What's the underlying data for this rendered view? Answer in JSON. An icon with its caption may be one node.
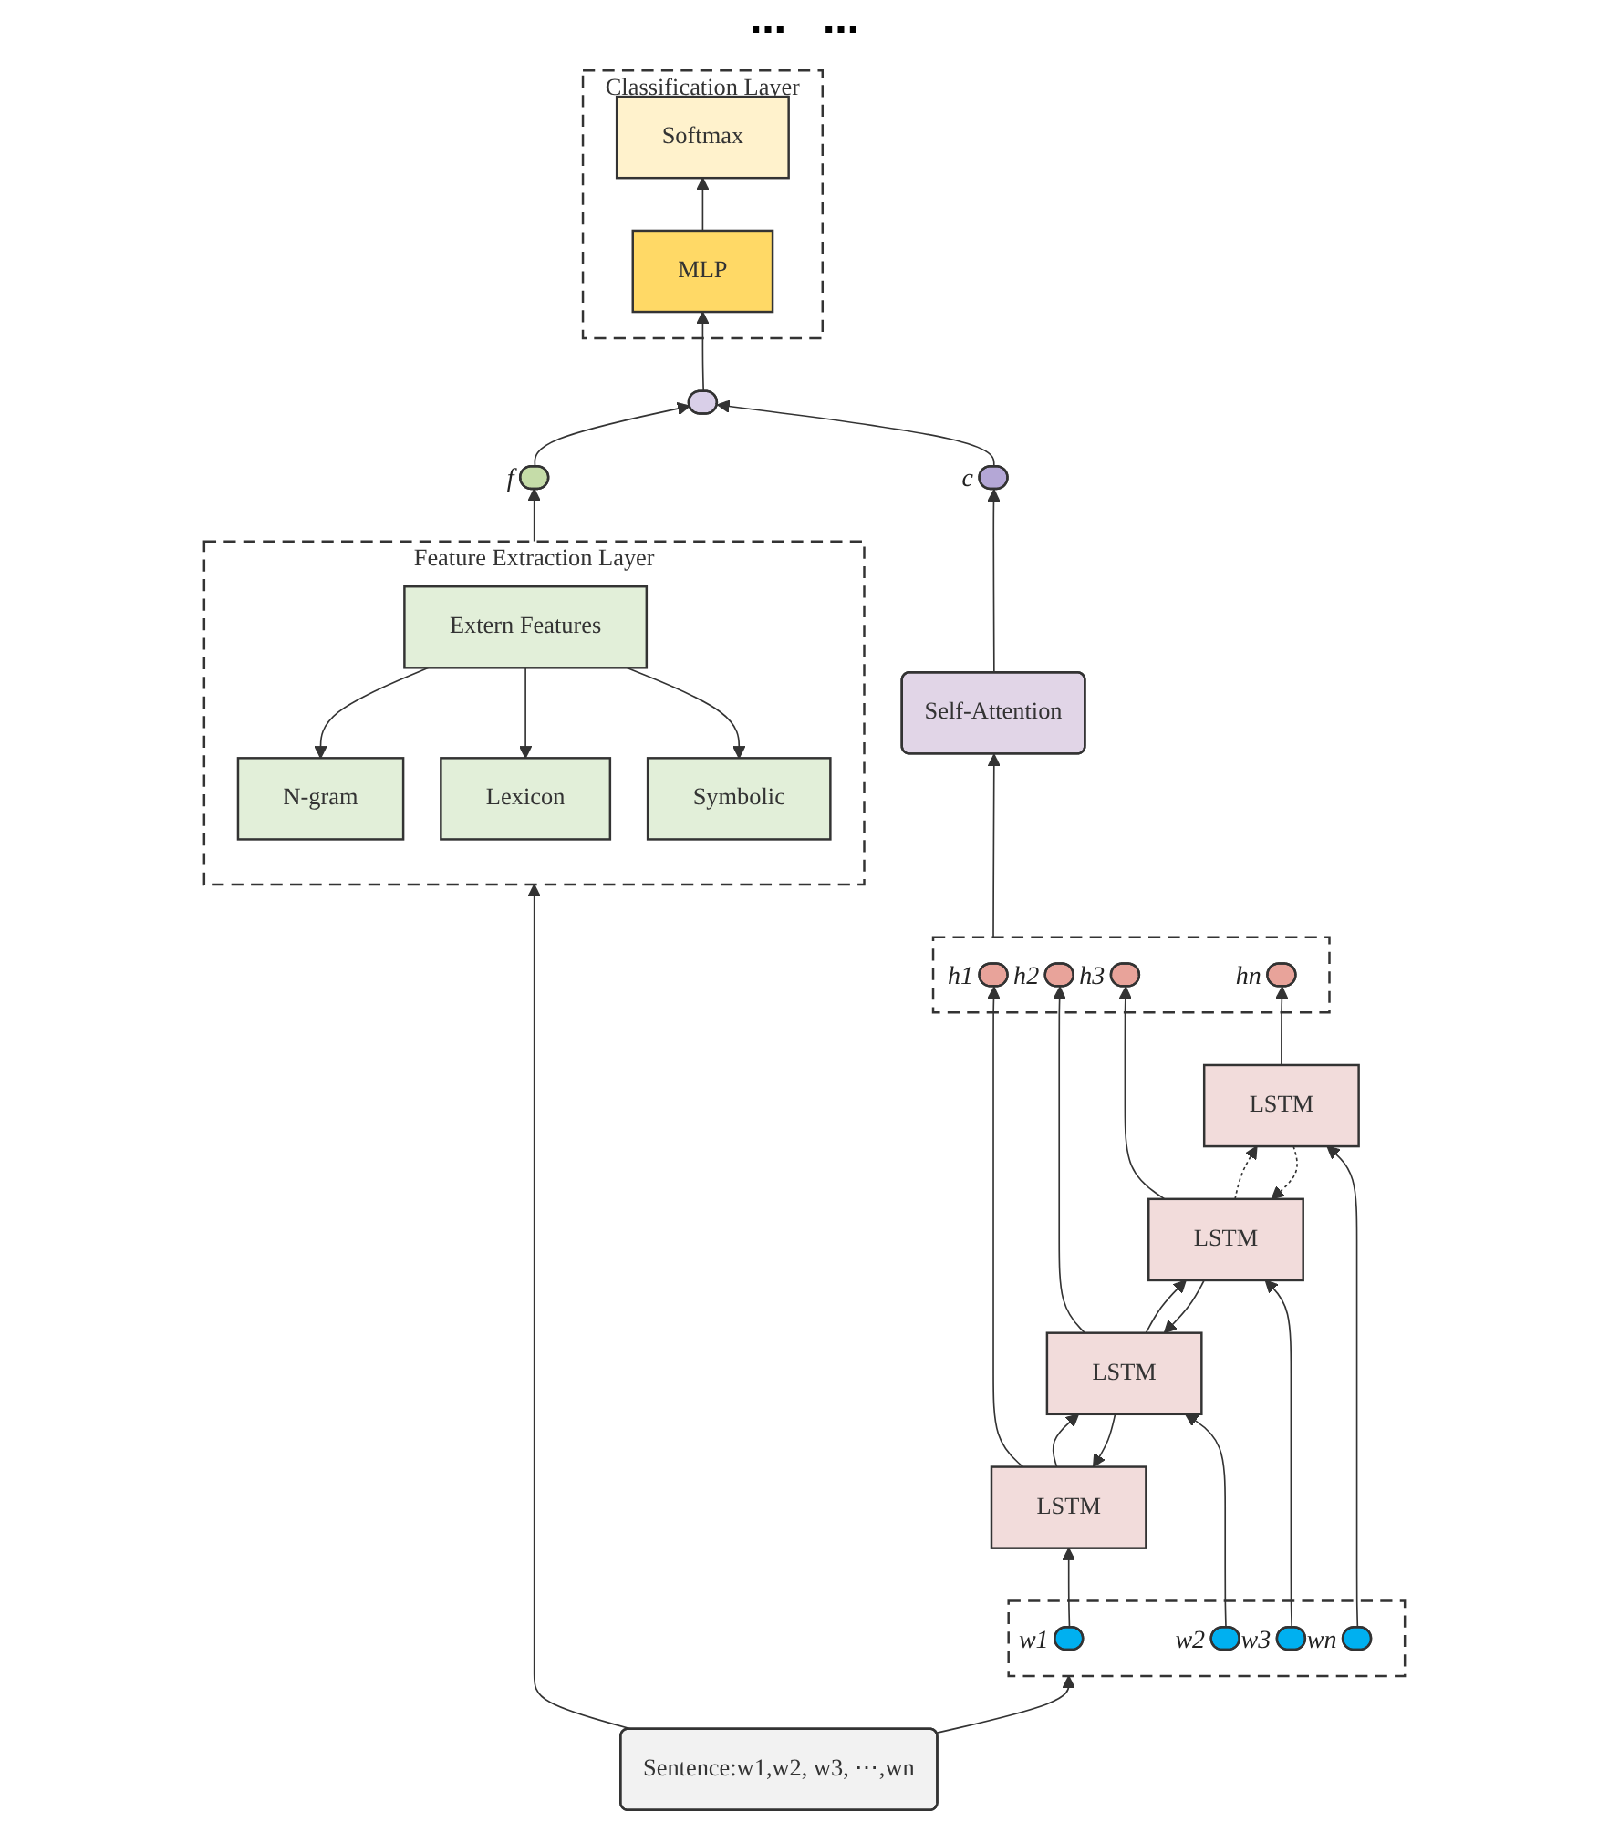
{
  "diagram": {
    "nodes": [
      {
        "text": [
          "Classification Layer"
        ]
      },
      {
        "text": [
          "Softmax"
        ],
        "in": 0
      },
      {
        "text": [
          "MLP"
        ],
        "in": 0
      },
      {
        "text": [],
        "shape": "bar"
      },
      {
        "text": [],
        "shape": "bar",
        "beside": [
          "f"
        ]
      },
      {
        "text": [],
        "shape": "bar",
        "beside": [
          "c"
        ]
      },
      {
        "text": [
          "Self-Attention"
        ]
      },
      {
        "text": [],
        "shape": "box"
      },
      {
        "text": [],
        "shape": "bar",
        "in": 7,
        "beside": [
          "h1"
        ]
      },
      {
        "text": [],
        "shape": "bar",
        "in": 7,
        "beside": [
          "h2"
        ]
      },
      {
        "text": [],
        "shape": "bar",
        "in": 7,
        "beside": [
          "h3"
        ]
      },
      {
        "text": [],
        "shape": "bar",
        "in": 7,
        "beside": [
          "hn"
        ]
      },
      {
        "text": [
          "LSTM"
        ]
      },
      {
        "text": [
          "LSTM"
        ]
      },
      {
        "text": [
          "LSTM"
        ]
      },
      {
        "text": [
          "LSTM"
        ]
      },
      {
        "text": [],
        "shape": "box"
      },
      {
        "text": [],
        "shape": "bar",
        "in": 16,
        "beside": [
          "w1"
        ]
      },
      {
        "text": [],
        "shape": "bar",
        "in": 16,
        "beside": [
          "w2"
        ]
      },
      {
        "text": [],
        "shape": "bar",
        "in": 16,
        "beside": [
          "w3"
        ]
      },
      {
        "text": [],
        "shape": "bar",
        "in": 16,
        "beside": [
          "wn"
        ]
      },
      {
        "text": [
          "Feature Extraction Layer"
        ]
      },
      {
        "text": [
          "N-gram"
        ],
        "in": 21
      },
      {
        "text": [
          "Lexicon"
        ],
        "in": 21
      },
      {
        "text": [
          "Symbolic"
        ],
        "in": 21
      },
      {
        "text": [
          "Extern Features"
        ],
        "in": 21
      },
      {
        "text": [
          "Sentence:w1,w2, w3, ⋯,wn"
        ]
      }
    ],
    "edges": [
      {
        "from": 2,
        "to": 1,
        "arrow": "to"
      },
      {
        "from": 3,
        "to": 2,
        "arrow": "to"
      },
      {
        "from": 4,
        "to": 3,
        "arrow": "to"
      },
      {
        "from": 5,
        "to": 3,
        "arrow": "to"
      },
      {
        "from": 6,
        "to": 5,
        "arrow": "to"
      },
      {
        "from": 7,
        "to": 6,
        "arrow": "to"
      },
      {
        "from": 12,
        "to": 8,
        "arrow": "to"
      },
      {
        "from": 13,
        "to": 9,
        "arrow": "to"
      },
      {
        "from": 14,
        "to": 10,
        "arrow": "to"
      },
      {
        "from": 15,
        "to": 11,
        "arrow": "to"
      },
      {
        "from": 12,
        "to": 13,
        "arrow": "to"
      },
      {
        "from": 13,
        "to": 12,
        "arrow": "to"
      },
      {
        "from": 13,
        "to": 14,
        "arrow": "to"
      },
      {
        "from": 14,
        "to": 13,
        "arrow": "to"
      },
      {
        "from": 14,
        "to": 15,
        "arrow": "to",
        "style": "dashed"
      },
      {
        "from": 15,
        "to": 14,
        "arrow": "to",
        "style": "dashed"
      },
      {
        "from": 17,
        "to": 12,
        "arrow": "to"
      },
      {
        "from": 18,
        "to": 13,
        "arrow": "to"
      },
      {
        "from": 19,
        "to": 14,
        "arrow": "to"
      },
      {
        "from": 20,
        "to": 15,
        "arrow": "to"
      },
      {
        "from": 25,
        "to": 22,
        "arrow": "to"
      },
      {
        "from": 25,
        "to": 23,
        "arrow": "to"
      },
      {
        "from": 25,
        "to": 24,
        "arrow": "to"
      },
      {
        "from": 21,
        "to": 4,
        "arrow": "to"
      },
      {
        "from": 26,
        "to": 21,
        "arrow": "to"
      },
      {
        "from": 26,
        "to": 16,
        "arrow": "to"
      }
    ],
    "labels": [
      "⋯",
      "⋯"
    ]
  }
}
